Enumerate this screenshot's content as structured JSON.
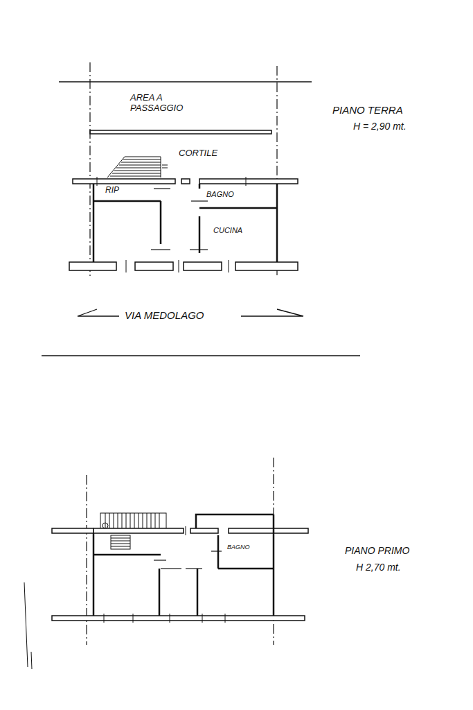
{
  "diagram": {
    "labels": [
      "AREA A PASSAGGIO",
      "CORTILE",
      "RIP",
      "BAGNO",
      "CUCINA",
      "VIA MEDOLAGO",
      "PIANO TERRA",
      "H = 2,90 mt.",
      "BAGNO",
      "PIANO PRIMO",
      "H 2,70 mt."
    ]
  }
}
